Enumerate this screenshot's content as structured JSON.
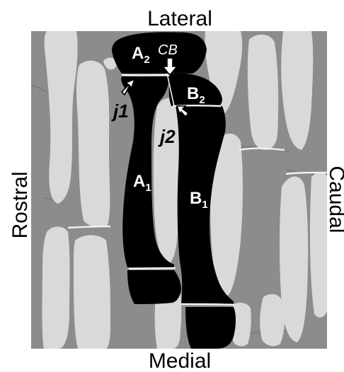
{
  "orientation": {
    "top": "Lateral",
    "bottom": "Medial",
    "left": "Rostral",
    "right": "Caudal"
  },
  "segments": {
    "a2_main": "A",
    "a2_sub": "2",
    "b2_main": "B",
    "b2_sub": "2",
    "a1_main": "A",
    "a1_sub": "1",
    "b1_main": "B",
    "b1_sub": "1"
  },
  "markers": {
    "cb": "CB",
    "j1": "j1",
    "j2": "j2"
  },
  "colors": {
    "background": "#8c8c8c",
    "light_cells": "#d9d9d9",
    "highlighted_cells": "#000000",
    "junction_lines": "#f2f2f2"
  }
}
